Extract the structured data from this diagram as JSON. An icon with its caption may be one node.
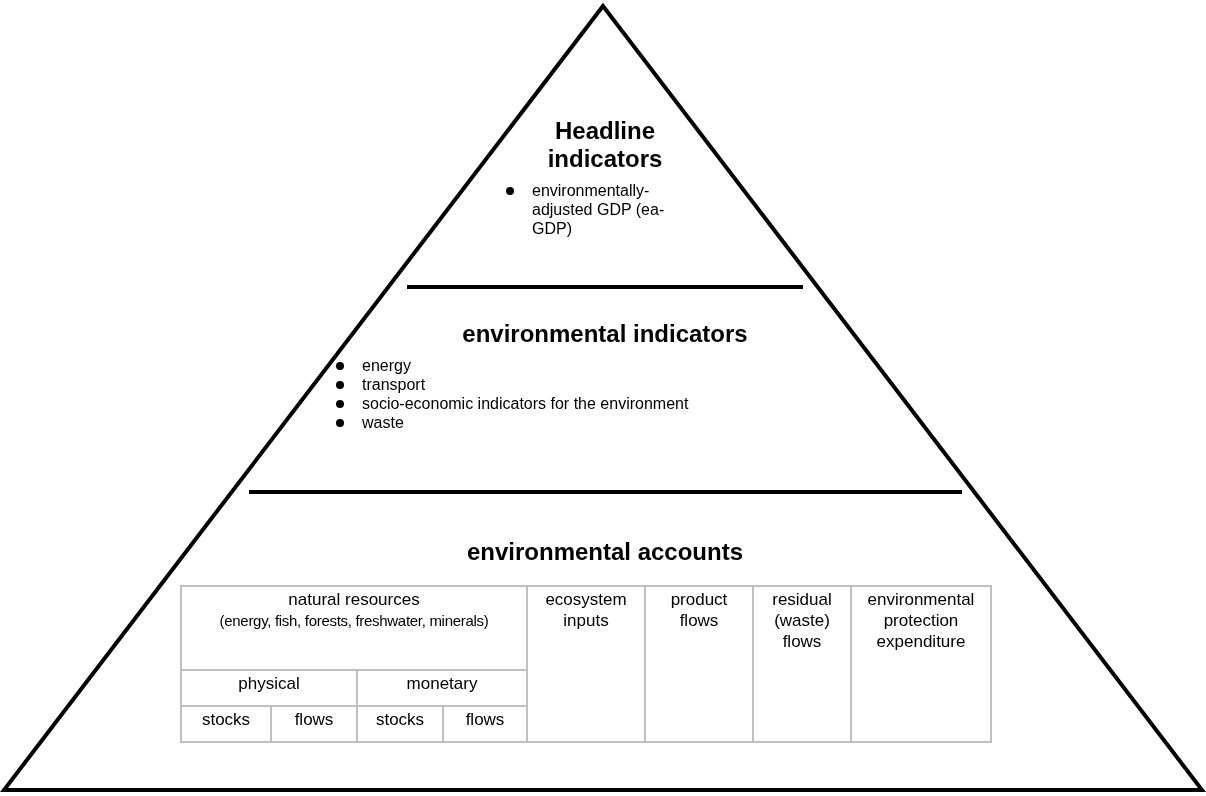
{
  "diagram": {
    "nodes": [
      {
        "text": [
          "Headline indicators",
          "environmentally-adjusted GDP (ea-GDP)"
        ]
      },
      {
        "text": [
          "environmental indicators",
          "energy",
          "transport",
          "socio-economic indicators for the environment",
          "waste"
        ]
      },
      {
        "text": [
          "environmental accounts"
        ]
      }
    ],
    "labels": [
      "natural resources",
      "(energy, fish, forests, freshwater, minerals)",
      "ecosystem inputs",
      "product flows",
      "residual (waste) flows",
      "environmental protection expenditure",
      "physical",
      "monetary",
      "stocks",
      "flows",
      "stocks",
      "flows"
    ]
  }
}
